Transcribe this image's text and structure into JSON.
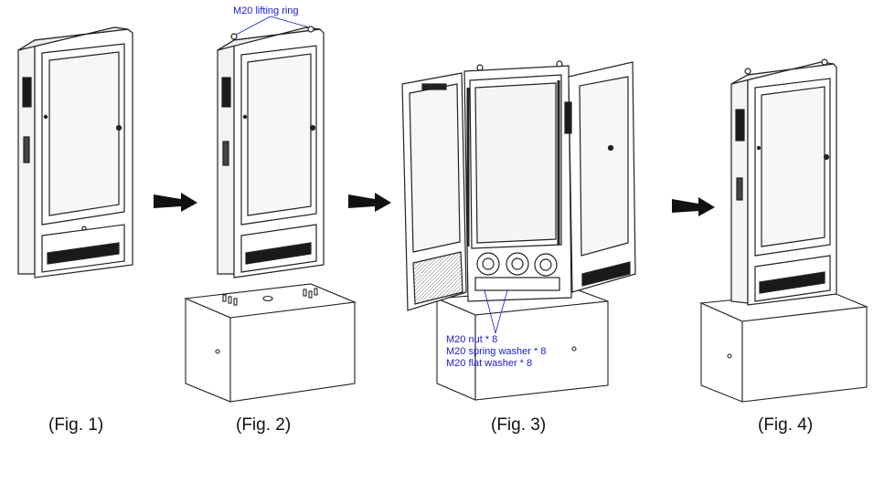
{
  "figures": [
    {
      "caption": "(Fig. 1)"
    },
    {
      "caption": "(Fig. 2)",
      "callout": "M20 lifting ring"
    },
    {
      "caption": "(Fig. 3)",
      "callout_lines": [
        "M20 nut * 8",
        "M20 spring washer * 8",
        "M20 flat washer * 8"
      ]
    },
    {
      "caption": "(Fig. 4)"
    }
  ],
  "colors": {
    "line": "#222222",
    "callout": "#1a1acc",
    "panel": "#e8e8e8",
    "dark": "#1a1a1a"
  }
}
